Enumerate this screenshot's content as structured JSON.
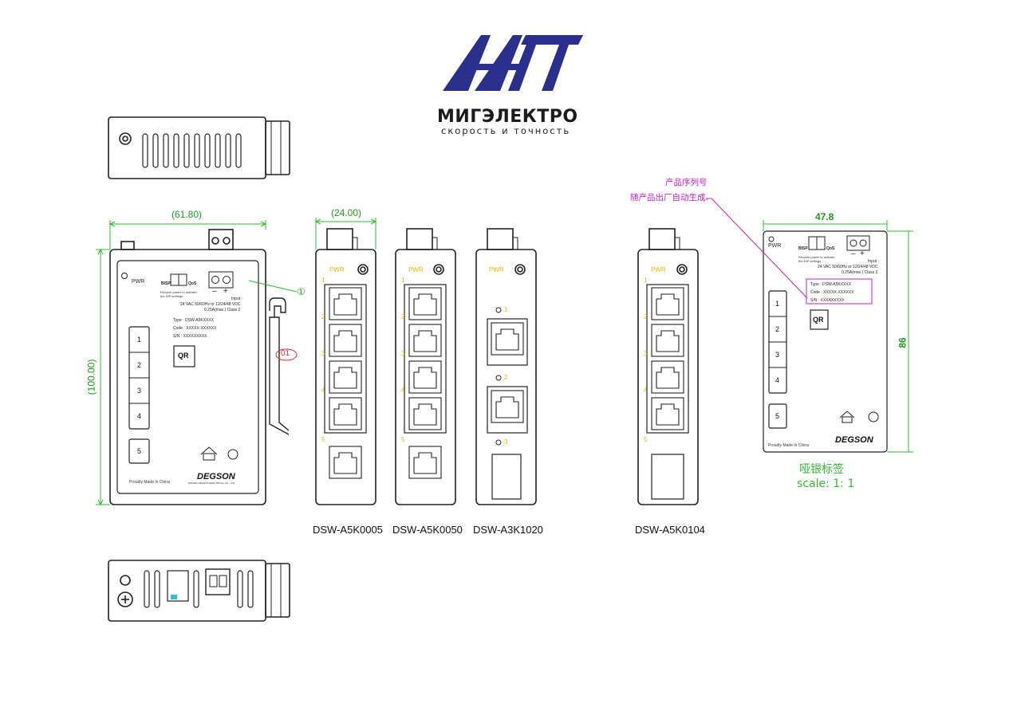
{
  "logo": {
    "name": "МИГЭЛЕКТРО",
    "tagline": "скорость и точность",
    "color": "#2a2f8c"
  },
  "main_drawing": {
    "dim_width": "(61.80)",
    "dim_height": "(100.00)",
    "dim_din_width": "(24.00)",
    "callout_1": "①",
    "callout_01": "01",
    "pwr_label": "PWR",
    "dip_left": "BISP",
    "dip_right": "QoS",
    "dip_note_1": "Recycle power to activate",
    "dip_note_2": "the DIP settings",
    "input_label": "Input :",
    "input_line_1": "24 VAC 50/60Hz or 12/24/48 VDC",
    "input_line_2": "0.25A(max.)  Class 2",
    "terminal_minus": "–",
    "terminal_plus": "+",
    "type_line": "Type   :  DSW-A5KXXXX",
    "code_line": "Code   :  XXXXX-XXXXXX",
    "sn_line": "S/N    :  XXXXXXXXX",
    "qr_label": "QR",
    "ports": [
      "1",
      "2",
      "3",
      "4"
    ],
    "port5": "5",
    "made_in": "Proudly Made In China",
    "brand": "DEGSON",
    "brand_sub": "NINGBO DEGSON ELECTRICAL CO., LTD"
  },
  "models": [
    {
      "name": "DSW-A5K0005",
      "pwr": "PWR"
    },
    {
      "name": "DSW-A5K0050",
      "pwr": "PWR"
    },
    {
      "name": "DSW-A3K1020",
      "pwr": "PWR"
    },
    {
      "name": "DSW-A5K0104",
      "pwr": "PWR"
    }
  ],
  "front_port_labels": [
    "1",
    "2",
    "3",
    "4",
    "5"
  ],
  "a3k_port_labels": [
    "1",
    "2",
    "3"
  ],
  "label_sheet": {
    "annotation_line_1": "产品序列号",
    "annotation_line_2": "随产品出厂自动生成.",
    "dim_width": "47.8",
    "dim_height": "86",
    "pwr_label": "PWR",
    "dip_left": "BISP",
    "dip_right": "QoS",
    "input_label": "Input :",
    "input_line_1": "24 VAC 50/60Hz or 12/24/48 VDC",
    "input_line_2": "0.25A(max.)  Class 2",
    "type_line": "Type  :  DSW-A5KXXXX",
    "code_line": "Code  :  XXXXX-XXXXXX",
    "sn_line": "S/N   :  XXXXXXXXX",
    "qr_label": "QR",
    "ports": [
      "1",
      "2",
      "3",
      "4"
    ],
    "port5": "5",
    "made_in": "Proudly Made In China",
    "brand": "DEGSON",
    "material": "哑银标签",
    "scale": "scale: 1: 1"
  },
  "colors": {
    "line": "#222222",
    "dimension": "#2fb82f",
    "callout": "#e03030",
    "magenta": "#c020c0",
    "pwr_yellow": "#e8b800",
    "dip_cyan": "#36c0d0"
  }
}
